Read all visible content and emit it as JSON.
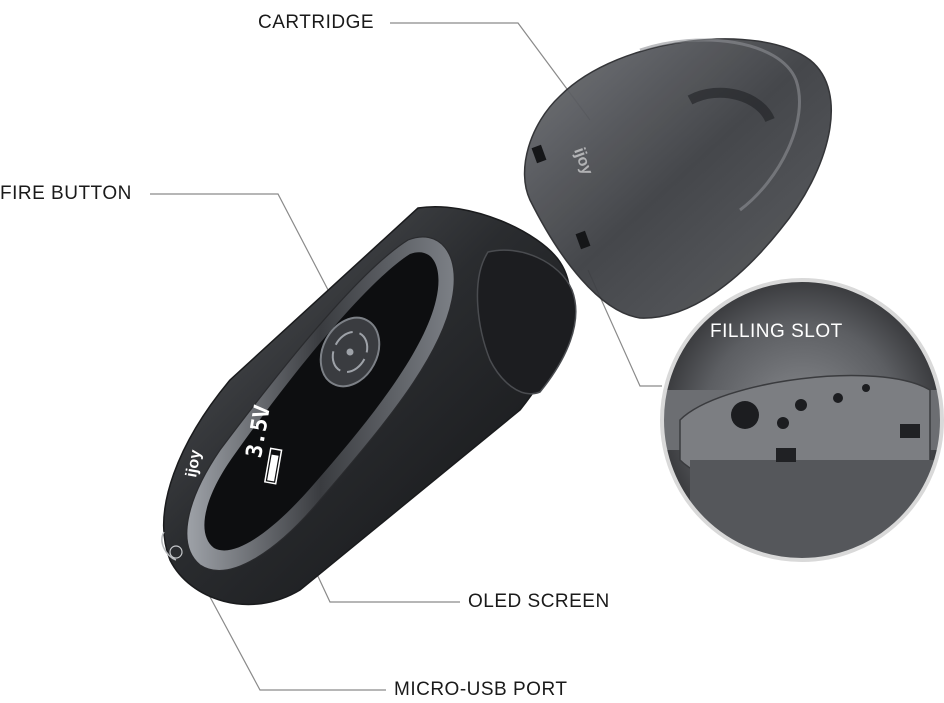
{
  "labels": {
    "cartridge": "CARTRIDGE",
    "fire_button": "FIRE BUTTON",
    "oled_screen": "OLED SCREEN",
    "micro_usb_port": "MICRO-USB PORT",
    "filling_slot": "FILLING SLOT"
  },
  "screen": {
    "voltage": "3.5V",
    "brand": "ijoy"
  },
  "cartridge_mark": "ijoy",
  "colors": {
    "leader_line": "#8a8a8a",
    "body_dark": "#2b2d30",
    "cartridge_tint": "#4a4c50",
    "inset_ring": "#d9d9d9"
  }
}
